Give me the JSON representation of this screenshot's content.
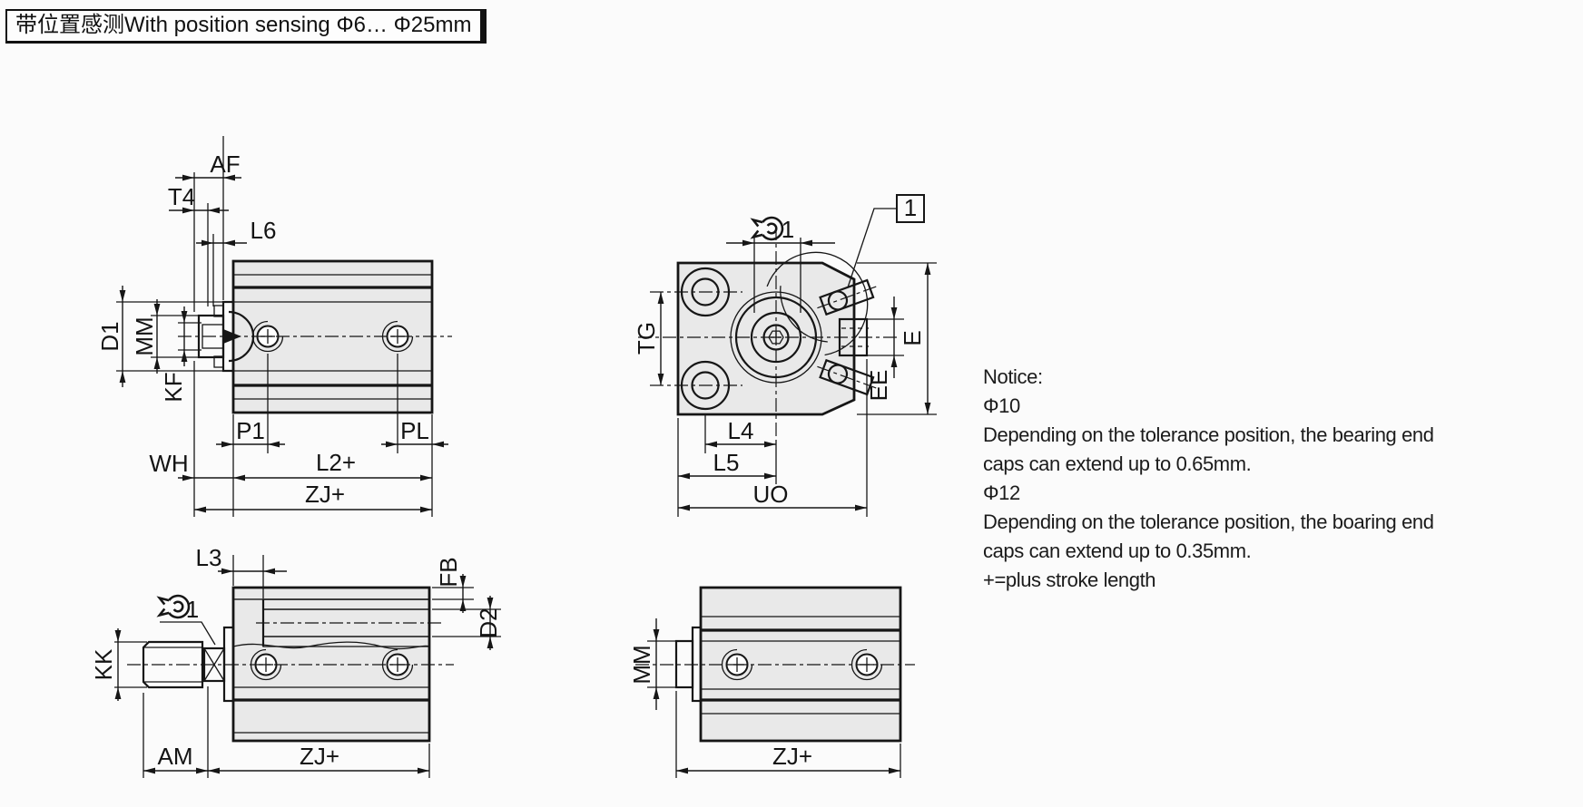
{
  "title": {
    "text": "带位置感测With position sensing Φ6… Φ25mm"
  },
  "views": {
    "top_side": {
      "dims": {
        "af": "AF",
        "t4": "T4",
        "l6": "L6",
        "d1": "D1",
        "mm": "MM",
        "kf": "KF",
        "p1": "P1",
        "pl": "PL",
        "wh": "WH",
        "l2": "L2+",
        "zj": "ZJ+"
      }
    },
    "front": {
      "dims": {
        "sw": "1",
        "tg": "TG",
        "e": "E",
        "ee": "EE",
        "l4": "L4",
        "l5": "L5",
        "uo": "UO"
      },
      "callout": "1"
    },
    "section": {
      "dims": {
        "l3": "L3",
        "sw": "1",
        "fb": "FB",
        "d2": "D2",
        "kk": "KK",
        "am": "AM",
        "zj": "ZJ+"
      }
    },
    "bottom_side": {
      "dims": {
        "mm": "MM",
        "zj": "ZJ+"
      }
    }
  },
  "notice": {
    "heading": "Notice:",
    "lines": [
      "Φ10",
      "Depending on the tolerance position, the bearing end",
      "caps can extend up to 0.65mm.",
      "Φ12",
      "Depending on the tolerance position, the boaring end",
      "caps can extend up to 0.35mm.",
      "+=plus stroke length"
    ]
  }
}
